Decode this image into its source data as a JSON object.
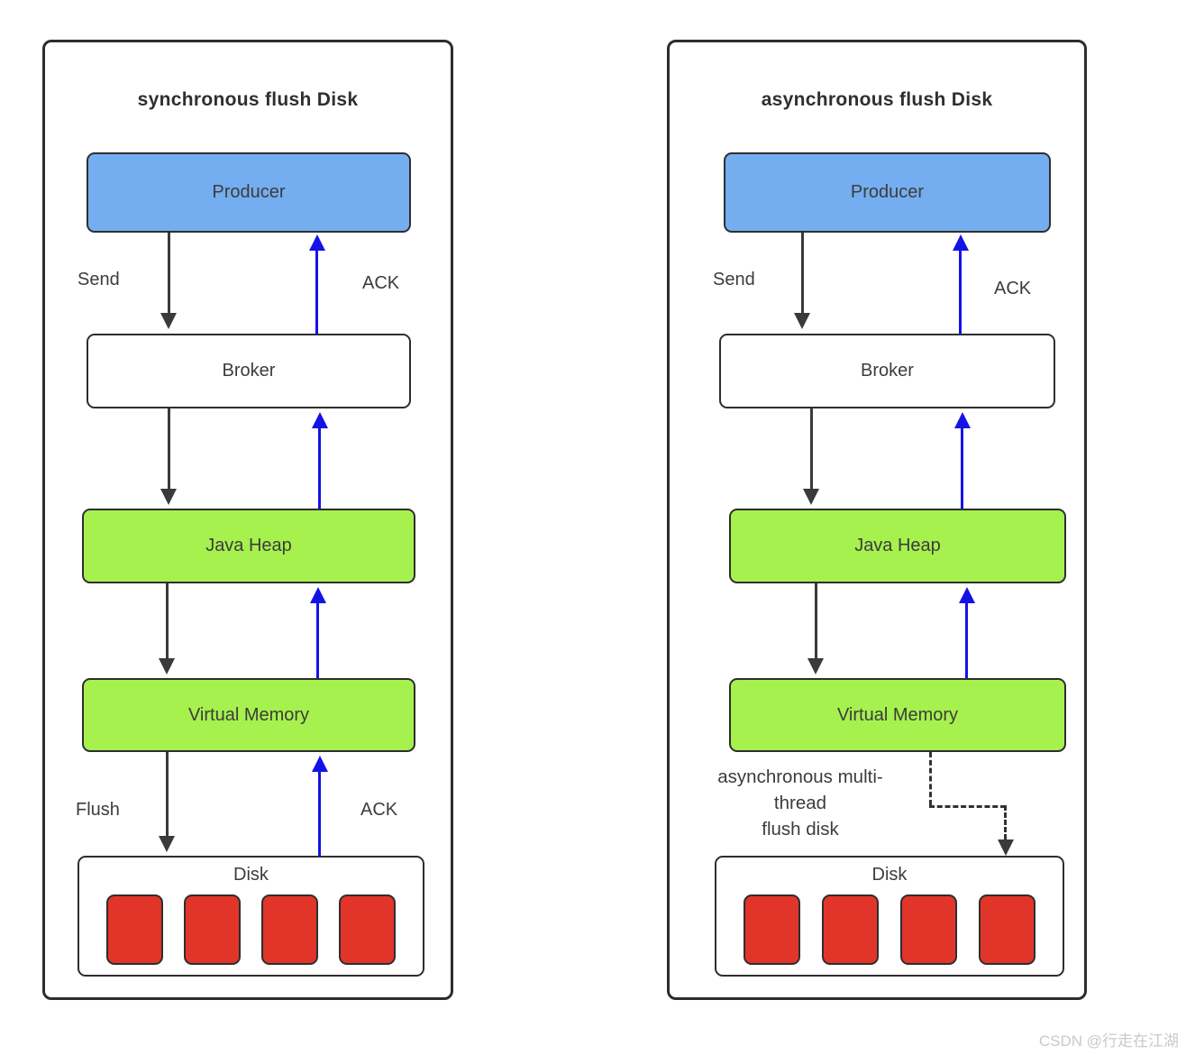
{
  "colors": {
    "producer_fill": "#74aef0",
    "memory_fill": "#a6f14e",
    "disk_block_fill": "#e23529",
    "ack_arrow": "#1512e8",
    "flow_arrow": "#3a3a3a"
  },
  "watermark": "CSDN @行走在江湖",
  "panels": [
    {
      "title": "synchronous flush Disk",
      "producer": "Producer",
      "broker": "Broker",
      "java_heap": "Java Heap",
      "virtual_memory": "Virtual Memory",
      "disk_label": "Disk",
      "disk_blocks": 4,
      "send_label": "Send",
      "ack_top_label": "ACK",
      "flush_label": "Flush",
      "ack_bottom_label": "ACK"
    },
    {
      "title": "asynchronous flush Disk",
      "producer": "Producer",
      "broker": "Broker",
      "java_heap": "Java Heap",
      "virtual_memory": "Virtual Memory",
      "disk_label": "Disk",
      "disk_blocks": 4,
      "send_label": "Send",
      "ack_top_label": "ACK",
      "async_note_lines": [
        "asynchronous multi-",
        "thread",
        "flush disk"
      ]
    }
  ]
}
